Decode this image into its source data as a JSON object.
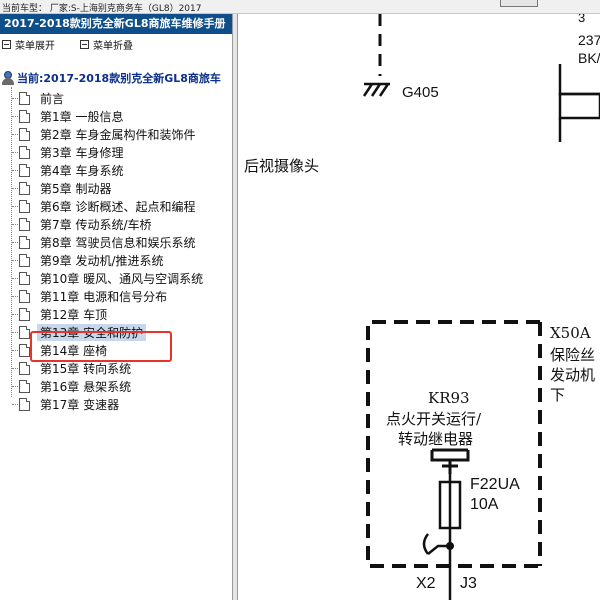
{
  "topbar": {
    "car_info": "当前车型：  厂家:S-上海别克商务车（GL8）2017",
    "top_button": "..."
  },
  "left_panel": {
    "manual_title": "2017-2018款别克全新GL8商旅车维修手册",
    "menu": {
      "expand_label": "菜单展开",
      "collapse_label": "菜单折叠"
    },
    "current_label": "当前:2017-2018款别克全新GL8商旅车",
    "tree_items": [
      {
        "label": "前言"
      },
      {
        "label": "第1章  一般信息"
      },
      {
        "label": "第2章  车身金属构件和装饰件"
      },
      {
        "label": "第3章  车身修理"
      },
      {
        "label": "第4章  车身系统"
      },
      {
        "label": "第5章  制动器"
      },
      {
        "label": "第6章  诊断概述、起点和编程"
      },
      {
        "label": "第7章  传动系统/车桥"
      },
      {
        "label": "第8章  驾驶员信息和娱乐系统"
      },
      {
        "label": "第9章  发动机/推进系统"
      },
      {
        "label": "第10章  暖风、通风与空调系统"
      },
      {
        "label": "第11章  电源和信号分布"
      },
      {
        "label": "第12章  车顶"
      },
      {
        "label": "第13章  安全和防护",
        "selected": true
      },
      {
        "label": "第14章  座椅"
      },
      {
        "label": "第15章  转向系统"
      },
      {
        "label": "第16章  悬架系统"
      },
      {
        "label": "第17章  变速器"
      }
    ]
  },
  "diagram": {
    "ground_label": "G405",
    "pin_number": "3",
    "wire_code": "237",
    "wire_color": "BK/",
    "section_title": "后视摄像头",
    "fuse_block_id": "X50A",
    "fuse_block_desc_1": "保险丝",
    "fuse_block_desc_2": "发动机",
    "fuse_block_desc_3": "下",
    "relay_id": "KR93",
    "relay_desc_1": "点火开关运行/",
    "relay_desc_2": "转动继电器",
    "fuse_id": "F22UA",
    "fuse_rating": "10A",
    "connector_x": "X2",
    "connector_j": "J3"
  }
}
